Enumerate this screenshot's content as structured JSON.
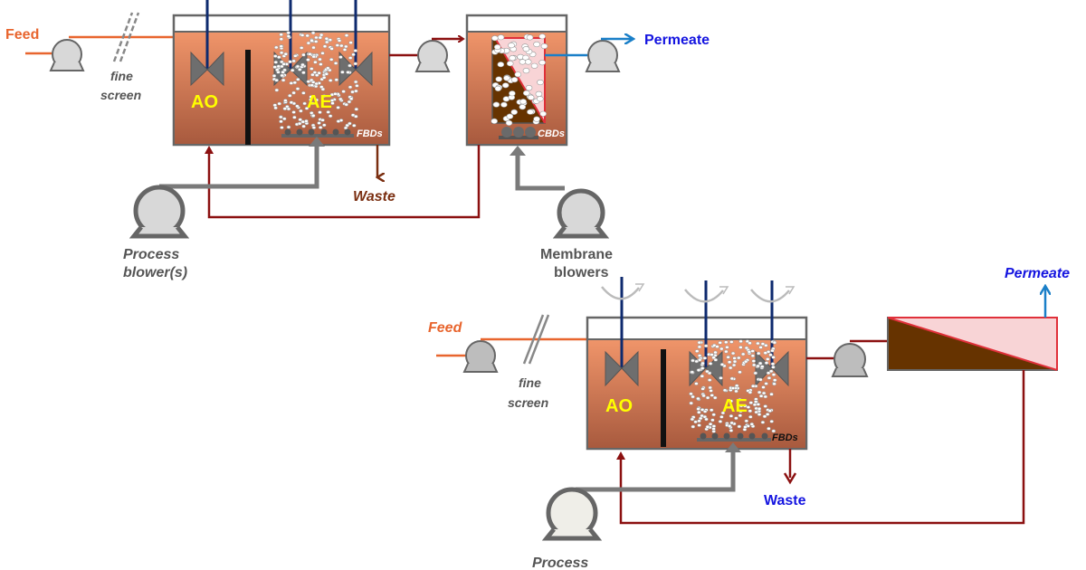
{
  "colors": {
    "feed": "#e8652e",
    "return": "#8b1010",
    "air": "#7a7a7a",
    "permeate_line": "#1a7fc8",
    "permeate_text": "#1414e0",
    "zone_label": "#ffff00",
    "waste_top": "#7a2e10",
    "waste_bottom": "#1414e0",
    "mixer_shaft": "#0e2a6e",
    "sludge": "#663300",
    "filtrate": "#f8d4d6",
    "membrane_edge": "#e0303a"
  },
  "top_system": {
    "feed_label": "Feed",
    "screen_label_1": "fine",
    "screen_label_2": "screen",
    "anoxic_label": "AO",
    "aerobic_label": "AE",
    "fine_diffusers_label": "FBDs",
    "coarse_diffusers_label": "CBDs",
    "permeate_label": "Permeate",
    "waste_label": "Waste",
    "process_blower_label_1": "Process",
    "process_blower_label_2": "blower(s)",
    "membrane_blower_label_1": "Membrane",
    "membrane_blower_label_2": "blowers"
  },
  "bottom_system": {
    "feed_label": "Feed",
    "screen_label_1": "fine",
    "screen_label_2": "screen",
    "anoxic_label": "AO",
    "aerobic_label": "AE",
    "fine_diffusers_label": "FBDs",
    "permeate_label": "Permeate",
    "waste_label": "Waste",
    "process_blower_label_1": "Process"
  }
}
